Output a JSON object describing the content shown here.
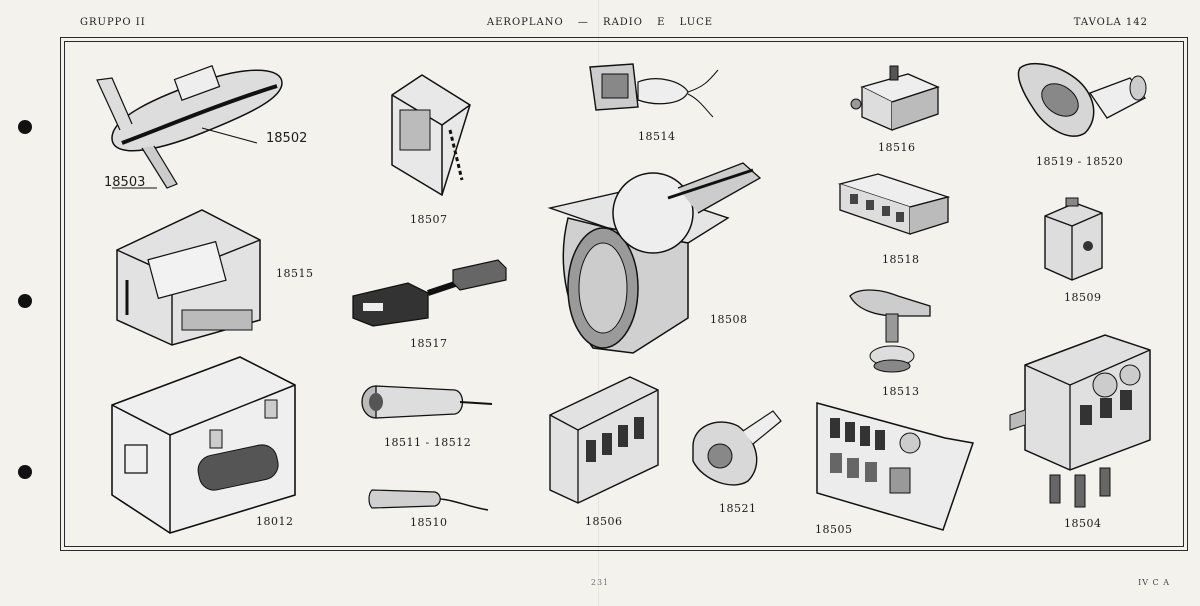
{
  "header": {
    "left": "GRUPPO II",
    "center": "AEROPLANO — RADIO E LUCE",
    "right": "TAVOLA 142"
  },
  "footer": {
    "page_number": "231",
    "right": "IV C A"
  },
  "parts": [
    {
      "id": "18502",
      "label": "18502"
    },
    {
      "id": "18503",
      "label": "18503"
    },
    {
      "id": "18507",
      "label": "18507"
    },
    {
      "id": "18514",
      "label": "18514"
    },
    {
      "id": "18516",
      "label": "18516"
    },
    {
      "id": "18519",
      "label": "18519 - 18520"
    },
    {
      "id": "18515",
      "label": "18515"
    },
    {
      "id": "18508",
      "label": "18508"
    },
    {
      "id": "18518",
      "label": "18518"
    },
    {
      "id": "18509",
      "label": "18509"
    },
    {
      "id": "18517",
      "label": "18517"
    },
    {
      "id": "18513",
      "label": "18513"
    },
    {
      "id": "18511",
      "label": "18511 - 18512"
    },
    {
      "id": "18012",
      "label": "18012"
    },
    {
      "id": "18506",
      "label": "18506"
    },
    {
      "id": "18521",
      "label": "18521"
    },
    {
      "id": "18505",
      "label": "18505"
    },
    {
      "id": "18504",
      "label": "18504"
    },
    {
      "id": "18510",
      "label": "18510"
    }
  ]
}
